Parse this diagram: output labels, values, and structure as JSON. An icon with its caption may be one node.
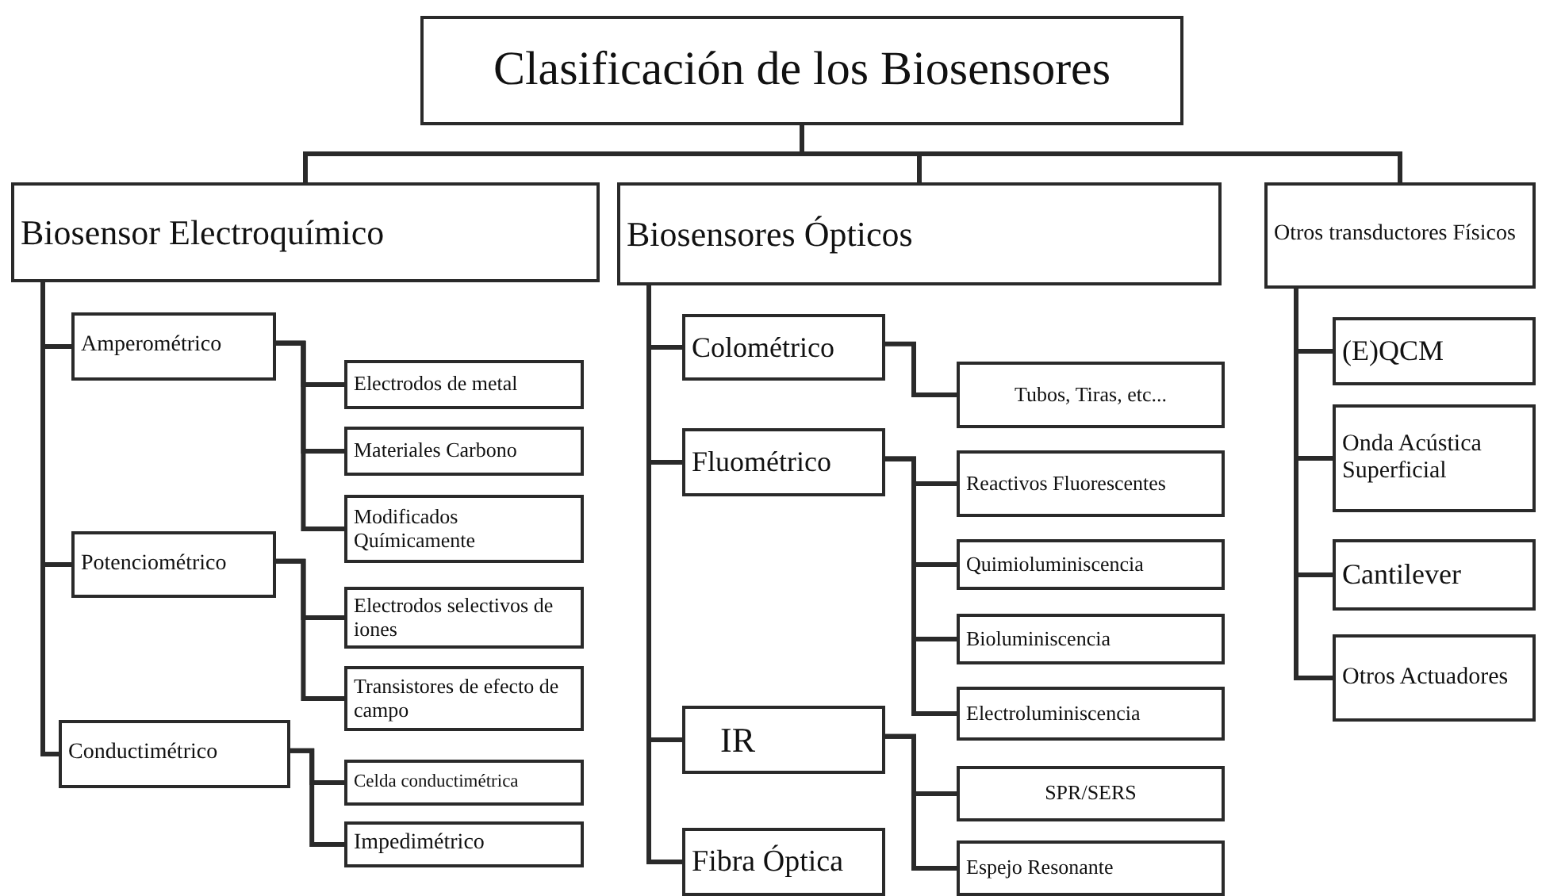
{
  "diagram": {
    "nodes": [
      {
        "text": [
          "Clasificación de los Biosensores"
        ]
      },
      {
        "text": [
          "Biosensor Electroquímico"
        ]
      },
      {
        "text": [
          "Amperométrico"
        ]
      },
      {
        "text": [
          "Electrodos de metal"
        ]
      },
      {
        "text": [
          "Materiales Carbono"
        ]
      },
      {
        "text": [
          "Modificados Químicamente"
        ]
      },
      {
        "text": [
          "Potenciométrico"
        ]
      },
      {
        "text": [
          "Electrodos selectivos de iones"
        ]
      },
      {
        "text": [
          "Transistores de efecto de campo"
        ]
      },
      {
        "text": [
          "Conductimétrico"
        ]
      },
      {
        "text": [
          "Celda conductimétrica"
        ]
      },
      {
        "text": [
          "Impedimétrico"
        ]
      },
      {
        "text": [
          "Biosensores Ópticos"
        ]
      },
      {
        "text": [
          "Colométrico"
        ]
      },
      {
        "text": [
          "Tubos, Tiras, etc..."
        ]
      },
      {
        "text": [
          "Fluométrico"
        ]
      },
      {
        "text": [
          "Reactivos Fluorescentes"
        ]
      },
      {
        "text": [
          "Quimioluminiscencia"
        ]
      },
      {
        "text": [
          "Bioluminiscencia"
        ]
      },
      {
        "text": [
          "Electroluminiscencia"
        ]
      },
      {
        "text": [
          "IR"
        ]
      },
      {
        "text": [
          "Fibra Óptica"
        ]
      },
      {
        "text": [
          "SPR/SERS"
        ]
      },
      {
        "text": [
          "Espejo Resonante"
        ]
      },
      {
        "text": [
          "Otros transductores Físicos"
        ]
      },
      {
        "text": [
          "(E)QCM"
        ]
      },
      {
        "text": [
          "Onda Acústica Superficial"
        ]
      },
      {
        "text": [
          "Cantilever"
        ]
      },
      {
        "text": [
          "Otros Actuadores"
        ]
      }
    ],
    "edges": [
      {
        "from": 0,
        "to": 1,
        "arrow": "none"
      },
      {
        "from": 0,
        "to": 12,
        "arrow": "none"
      },
      {
        "from": 0,
        "to": 24,
        "arrow": "none"
      },
      {
        "from": 1,
        "to": 2,
        "arrow": "none"
      },
      {
        "from": 1,
        "to": 6,
        "arrow": "none"
      },
      {
        "from": 1,
        "to": 9,
        "arrow": "none"
      },
      {
        "from": 2,
        "to": 3,
        "arrow": "none"
      },
      {
        "from": 2,
        "to": 4,
        "arrow": "none"
      },
      {
        "from": 2,
        "to": 5,
        "arrow": "none"
      },
      {
        "from": 6,
        "to": 7,
        "arrow": "none"
      },
      {
        "from": 6,
        "to": 8,
        "arrow": "none"
      },
      {
        "from": 9,
        "to": 10,
        "arrow": "none"
      },
      {
        "from": 9,
        "to": 11,
        "arrow": "none"
      },
      {
        "from": 12,
        "to": 13,
        "arrow": "none"
      },
      {
        "from": 12,
        "to": 15,
        "arrow": "none"
      },
      {
        "from": 12,
        "to": 20,
        "arrow": "none"
      },
      {
        "from": 12,
        "to": 21,
        "arrow": "none"
      },
      {
        "from": 13,
        "to": 14,
        "arrow": "none"
      },
      {
        "from": 15,
        "to": 16,
        "arrow": "none"
      },
      {
        "from": 15,
        "to": 17,
        "arrow": "none"
      },
      {
        "from": 15,
        "to": 18,
        "arrow": "none"
      },
      {
        "from": 15,
        "to": 19,
        "arrow": "none"
      },
      {
        "from": 20,
        "to": 22,
        "arrow": "none"
      },
      {
        "from": 20,
        "to": 23,
        "arrow": "none"
      },
      {
        "from": 24,
        "to": 25,
        "arrow": "none"
      },
      {
        "from": 24,
        "to": 26,
        "arrow": "none"
      },
      {
        "from": 24,
        "to": 27,
        "arrow": "none"
      },
      {
        "from": 24,
        "to": 28,
        "arrow": "none"
      }
    ]
  }
}
